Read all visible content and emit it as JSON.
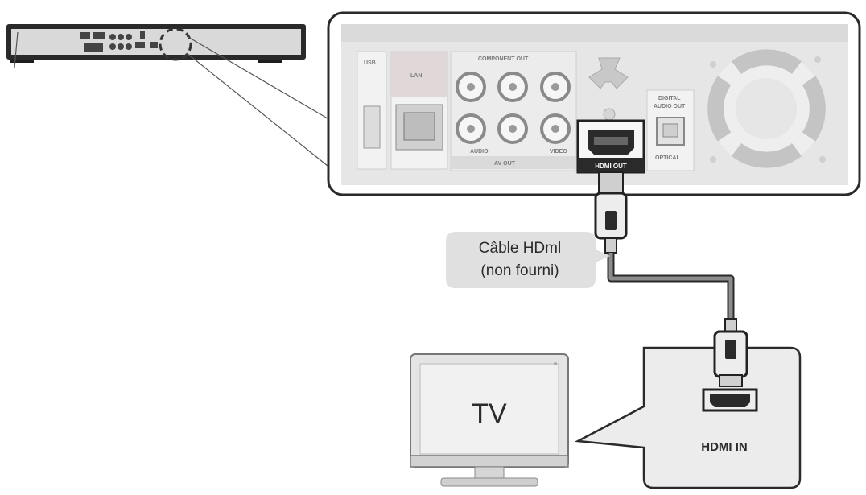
{
  "cable_callout": {
    "line1": "Câble HDml",
    "line2": "(non fourni)"
  },
  "tv_label": "TV",
  "hdmi_in_label": "HDMI IN",
  "panel_labels": {
    "usb": "USB",
    "lan": "LAN",
    "component_out": "COMPONENT OUT",
    "av_out": "AV OUT",
    "audio": "AUDIO",
    "video": "VIDEO",
    "hdmi_out": "HDMI OUT",
    "digital_audio_out_1": "DIGITAL",
    "digital_audio_out_2": "AUDIO OUT",
    "optical": "OPTICAL"
  }
}
